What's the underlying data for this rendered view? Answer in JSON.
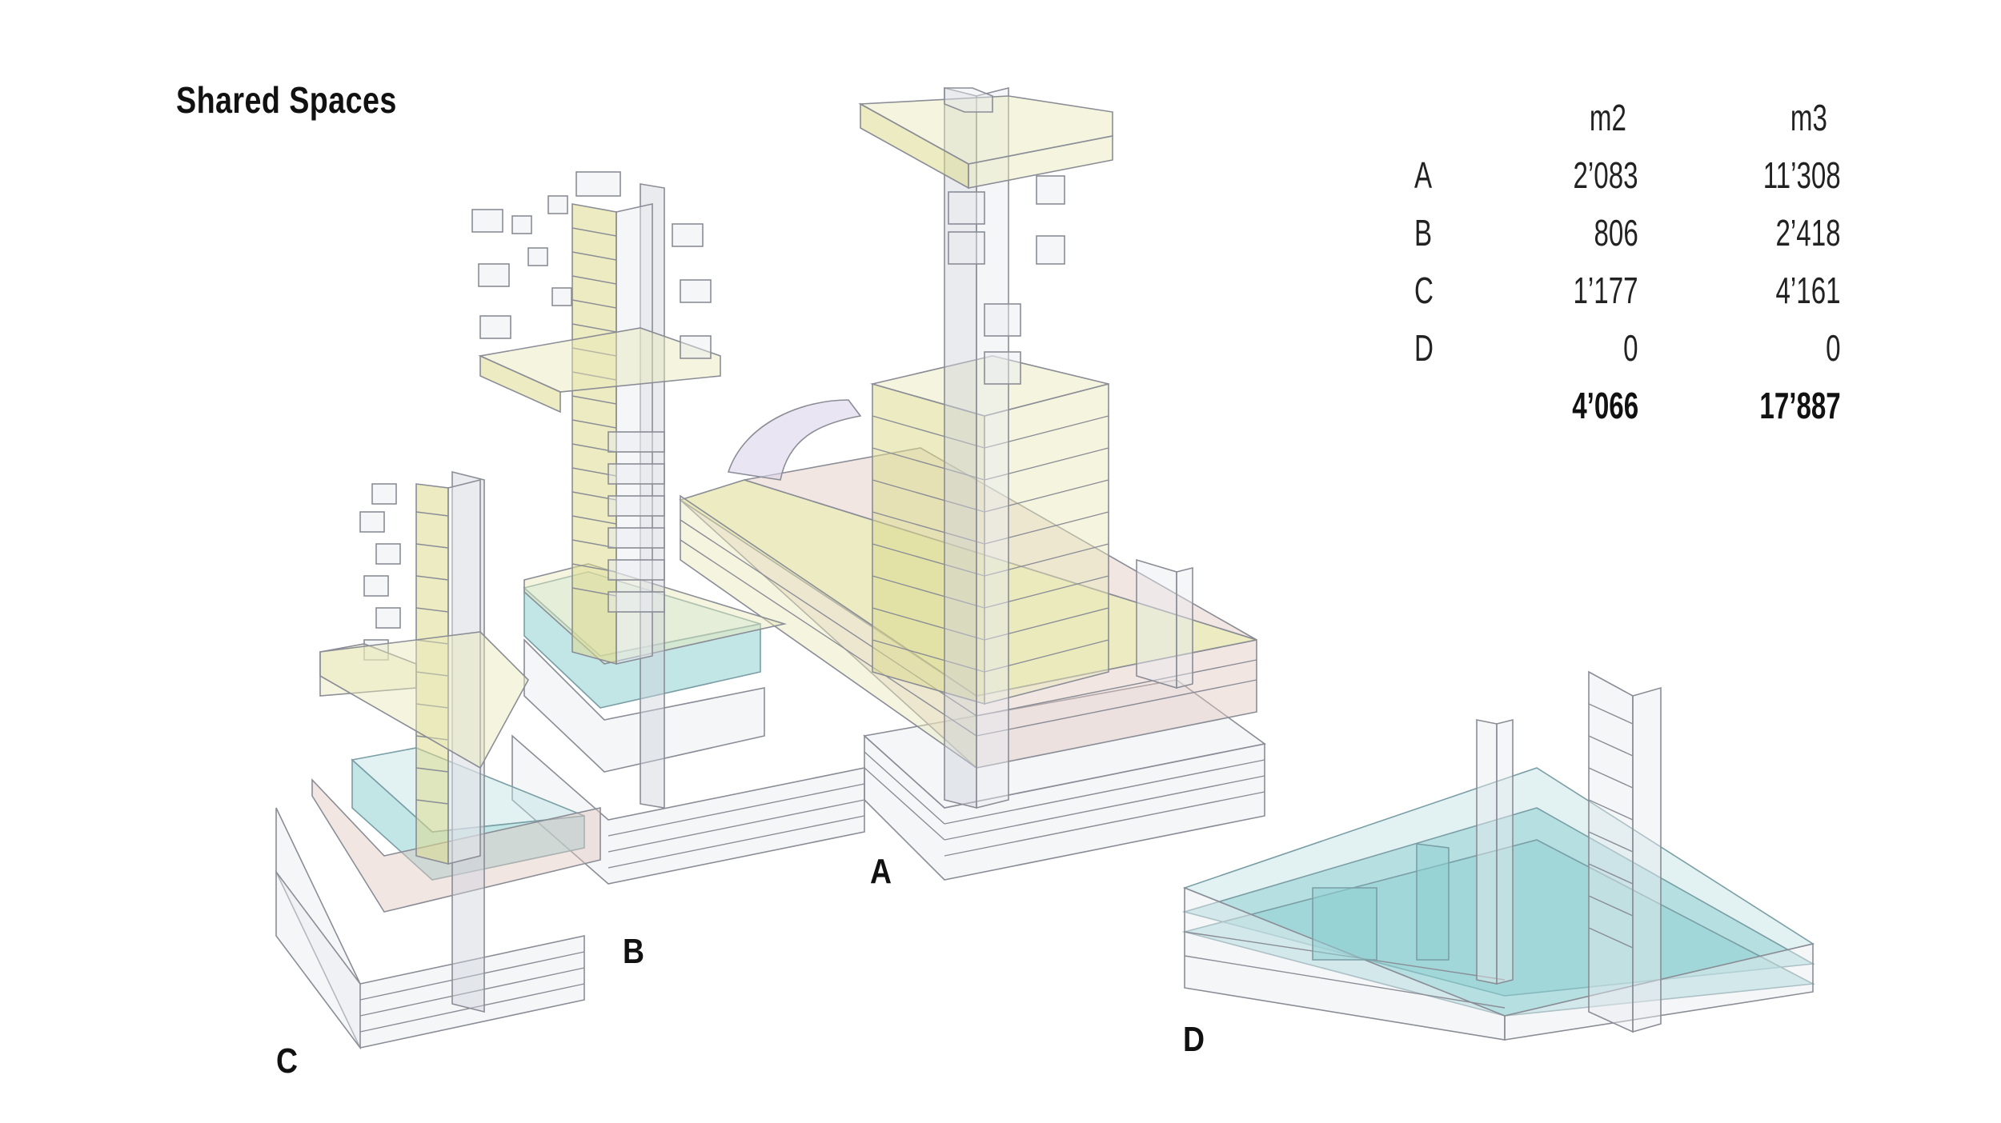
{
  "title": "Shared Spaces",
  "table": {
    "columns": [
      "m2",
      "m3"
    ],
    "rows": [
      {
        "label": "A",
        "m2": "2’083",
        "m3": "11’308"
      },
      {
        "label": "B",
        "m2": "806",
        "m3": "2’418"
      },
      {
        "label": "C",
        "m2": "1’177",
        "m3": "4’161"
      },
      {
        "label": "D",
        "m2": "0",
        "m3": "0"
      }
    ],
    "total": {
      "m2": "4’066",
      "m3": "17’887"
    }
  },
  "building_labels": {
    "a": "A",
    "b": "B",
    "c": "C",
    "d": "D"
  },
  "colors": {
    "yellow": "#d9d98a",
    "cyan": "#8ccfd1",
    "glass": "#e6e8ee",
    "stroke": "#8a8d96",
    "lavender": "#d8d0e6"
  }
}
